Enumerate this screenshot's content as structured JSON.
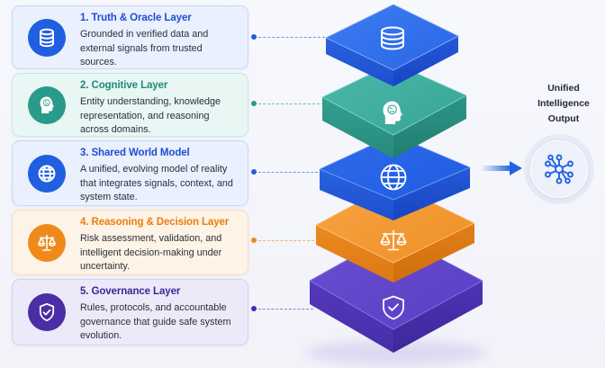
{
  "layers": [
    {
      "number": "1",
      "title": "1. Truth & Oracle Layer",
      "description": "Grounded in verified data and external signals from trusted sources.",
      "icon": "database-icon",
      "color": "#1f5fe0",
      "card_bg": "#eaf0fd",
      "card_border": "#c9d8f7"
    },
    {
      "number": "2",
      "title": "2. Cognitive Layer",
      "description": "Entity understanding, knowledge representation, and reasoning across domains.",
      "icon": "brain-head-icon",
      "color": "#2a9a8a",
      "card_bg": "#e8f6f4",
      "card_border": "#c6e8e2"
    },
    {
      "number": "3",
      "title": "3. Shared World Model",
      "description": "A unified, evolving model of reality that integrates signals, context, and system state.",
      "icon": "globe-icon",
      "color": "#1f5fe0",
      "card_bg": "#eaf0fd",
      "card_border": "#c9d8f7"
    },
    {
      "number": "4",
      "title": "4. Reasoning & Decision Layer",
      "description": "Risk assessment, validation, and intelligent decision-making under uncertainty.",
      "icon": "scales-icon",
      "color": "#ef8a1a",
      "card_bg": "#fdf3e6",
      "card_border": "#f6dfbf"
    },
    {
      "number": "5",
      "title": "5. Governance Layer",
      "description": "Rules, protocols, and accountable governance that guide safe system evolution.",
      "icon": "shield-check-icon",
      "color": "#4b2ea6",
      "card_bg": "#eceaf8",
      "card_border": "#d4cff0"
    }
  ],
  "output": {
    "label": "Unified Intelligence Output",
    "icon": "network-hub-icon",
    "color": "#2462e0"
  },
  "colors": {
    "blue": "#1f5fe0",
    "teal": "#2a9a8a",
    "orange": "#ef8a1a",
    "purple": "#4b2ea6"
  }
}
